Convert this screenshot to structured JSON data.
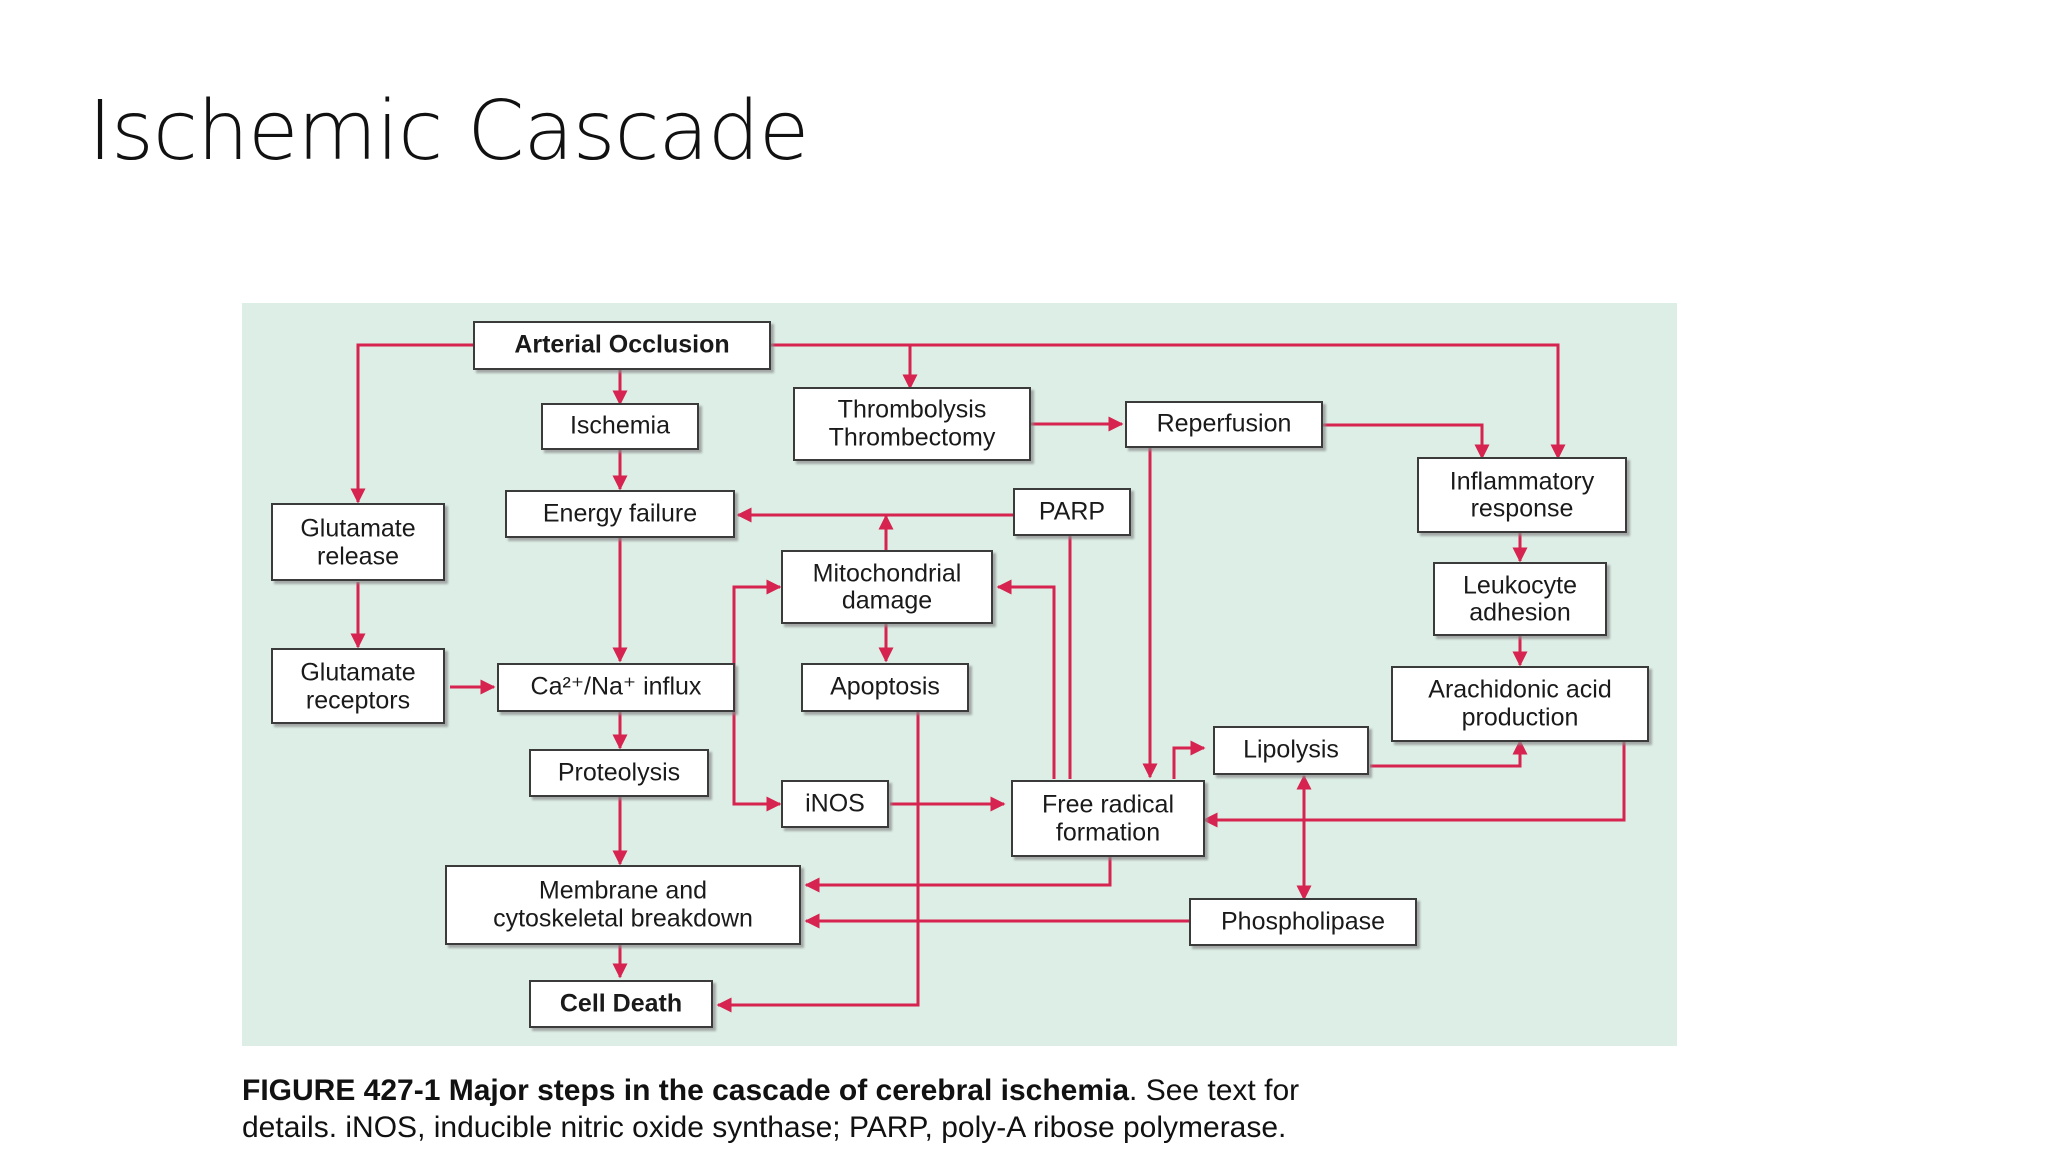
{
  "slide": {
    "title": "Ischemic Cascade"
  },
  "figure": {
    "nodes": {
      "arterial_occlusion": "Arterial Occlusion",
      "ischemia": "Ischemia",
      "thrombolysis_1": "Thrombolysis",
      "thrombolysis_2": "Thrombectomy",
      "reperfusion": "Reperfusion",
      "inflammatory_1": "Inflammatory",
      "inflammatory_2": "response",
      "glutamate_release_1": "Glutamate",
      "glutamate_release_2": "release",
      "energy_failure": "Energy failure",
      "parp": "PARP",
      "mitochondrial_1": "Mitochondrial",
      "mitochondrial_2": "damage",
      "leukocyte_1": "Leukocyte",
      "leukocyte_2": "adhesion",
      "glutamate_receptors_1": "Glutamate",
      "glutamate_receptors_2": "receptors",
      "ca_na_influx": "Ca²⁺/Na⁺ influx",
      "apoptosis": "Apoptosis",
      "arachidonic_1": "Arachidonic acid",
      "arachidonic_2": "production",
      "lipolysis": "Lipolysis",
      "proteolysis": "Proteolysis",
      "inos": "iNOS",
      "free_radical_1": "Free radical",
      "free_radical_2": "formation",
      "membrane_1": "Membrane and",
      "membrane_2": "cytoskeletal breakdown",
      "phospholipase": "Phospholipase",
      "cell_death": "Cell Death"
    },
    "caption": {
      "bold": "FIGURE 427-1 Major steps in the cascade of cerebral ischemia",
      "line1_rest": ". See text for",
      "line2": "details. iNOS, inducible nitric oxide synthase; PARP, poly-A ribose polymerase."
    },
    "colors": {
      "panel": "#dceee6",
      "arrow": "#d6234f",
      "box_border": "#3a3a3a"
    }
  }
}
